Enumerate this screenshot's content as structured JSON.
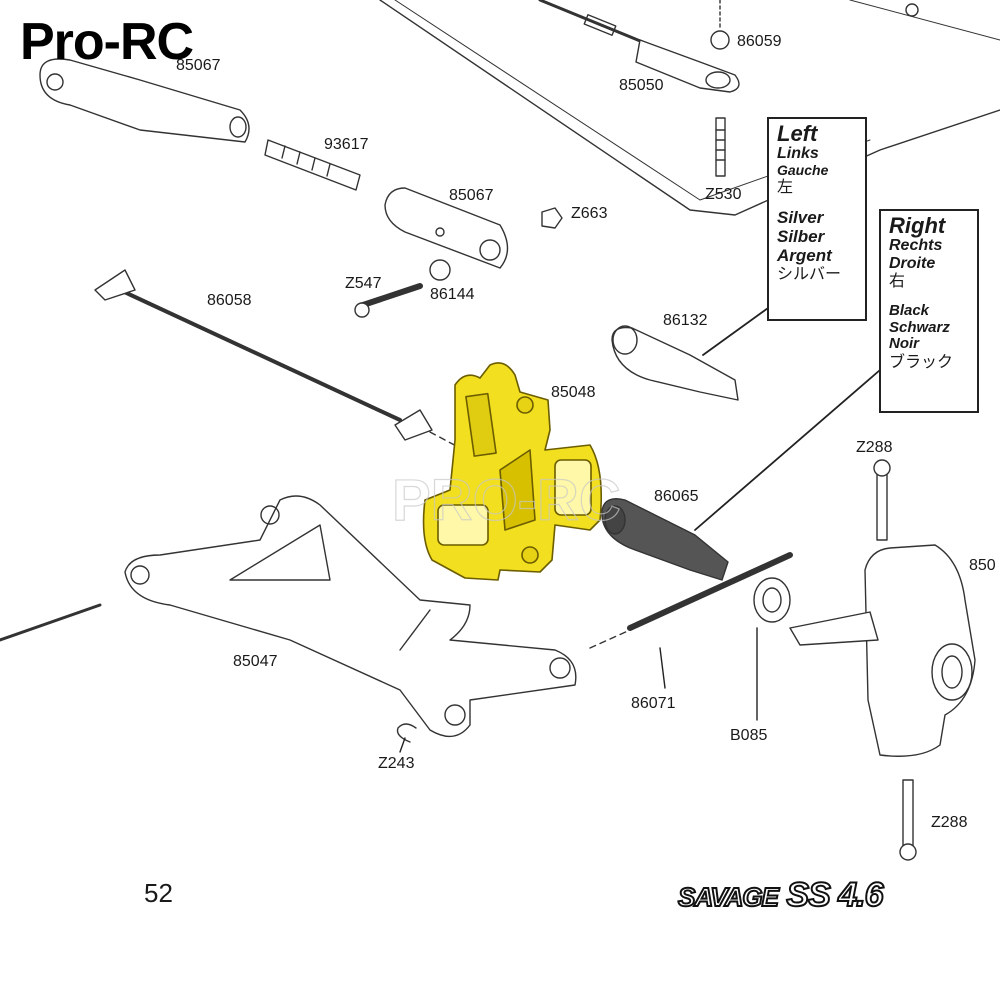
{
  "brand": "Pro-RC",
  "page_number": "52",
  "logo": {
    "word": "SAVAGE",
    "model": "SS",
    "version": "4.6"
  },
  "highlight_color": "#f2df1f",
  "parts": {
    "p85067a": "85067",
    "p93617": "93617",
    "p85067b": "85067",
    "z663": "Z663",
    "z547": "Z547",
    "p86144": "86144",
    "p86058": "86058",
    "p86059": "86059",
    "p85050": "85050",
    "z530": "Z530",
    "p86132": "86132",
    "p85048": "85048",
    "p86065": "86065",
    "z288a": "Z288",
    "p850": "850",
    "p85047": "85047",
    "p86071": "86071",
    "b085": "B085",
    "z243": "Z243",
    "z288b": "Z288"
  },
  "left_box": {
    "title": "Left",
    "de": "Links",
    "fr": "Gauche",
    "jp": "左",
    "c_en": "Silver",
    "c_de": "Silber",
    "c_fr": "Argent",
    "c_jp": "シルバー"
  },
  "right_box": {
    "title": "Right",
    "de": "Rechts",
    "fr": "Droite",
    "jp": "右",
    "c_en": "Black",
    "c_de": "Schwarz",
    "c_fr": "Noir",
    "c_jp": "ブラック"
  }
}
